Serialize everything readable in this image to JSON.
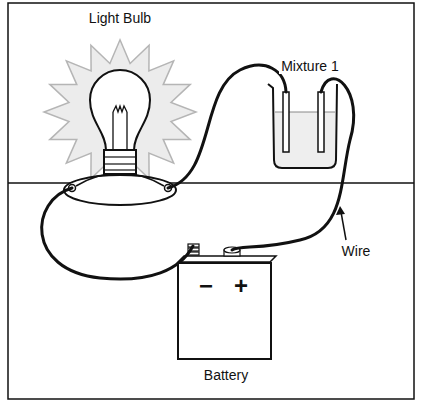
{
  "diagram": {
    "nodes": [
      {
        "text": [
          "−",
          "+",
          "Battery"
        ]
      }
    ],
    "labels": [
      "Light Bulb",
      "Mixture 1",
      "Wire"
    ]
  }
}
